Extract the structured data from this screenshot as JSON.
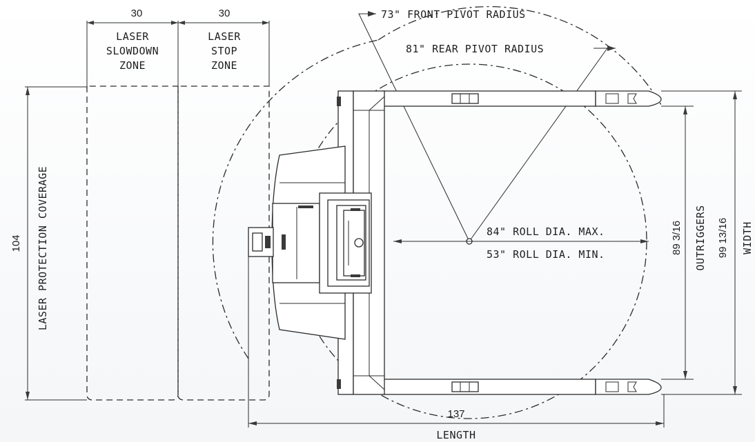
{
  "drawing": {
    "zones": {
      "slowdown": {
        "width": "30",
        "label_l1": "LASER",
        "label_l2": "SLOWDOWN",
        "label_l3": "ZONE"
      },
      "stop": {
        "width": "30",
        "label_l1": "LASER",
        "label_l2": "STOP",
        "label_l3": "ZONE"
      }
    },
    "coverage": {
      "value": "104",
      "label": "LASER PROTECTION COVERAGE"
    },
    "radii": {
      "front": "73\" FRONT PIVOT RADIUS",
      "rear": "81\" REAR PIVOT RADIUS"
    },
    "roll": {
      "max": "84\" ROLL DIA. MAX.",
      "min": "53\" ROLL DIA. MIN."
    },
    "outriggers": {
      "value": "89 3/16",
      "label": "OUTRIGGERS"
    },
    "width": {
      "value": "99 13/16",
      "label": "WIDTH"
    },
    "length": {
      "value": "137",
      "label": "LENGTH"
    }
  }
}
